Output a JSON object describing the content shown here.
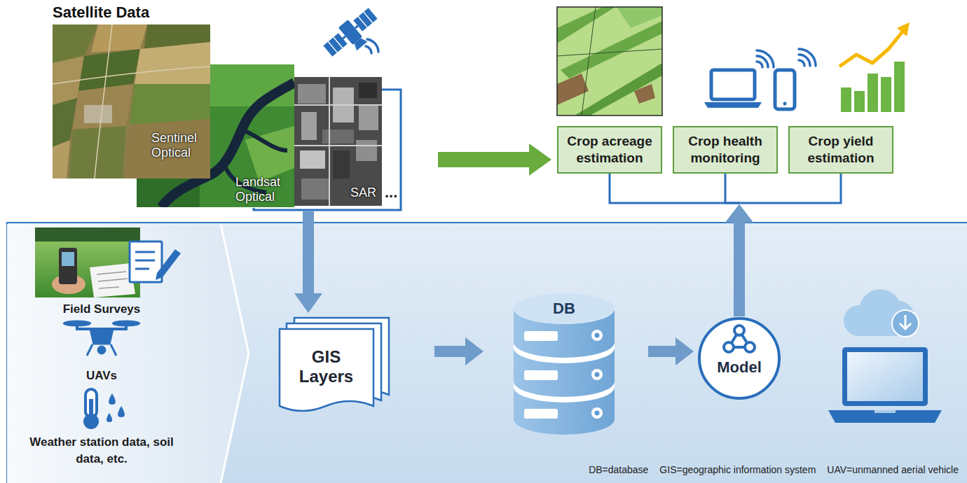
{
  "diagram": {
    "nodes": [
      {
        "text": [
          "Satellite Data"
        ]
      },
      {
        "text": [
          "Sentinel Optical"
        ],
        "in": 0
      },
      {
        "text": [
          "Landsat Optical"
        ],
        "in": 0
      },
      {
        "text": [
          "SAR"
        ],
        "in": 0
      },
      {
        "text": [
          "Crop acreage estimation"
        ]
      },
      {
        "text": [
          "Crop health monitoring"
        ]
      },
      {
        "text": [
          "Crop yield estimation"
        ]
      },
      {
        "text": [
          "Field Surveys",
          "UAVs",
          "Weather station data, soil data, etc."
        ]
      },
      {
        "text": [
          "GIS Layers"
        ]
      },
      {
        "text": [
          "DB"
        ]
      },
      {
        "text": [
          "Model"
        ]
      }
    ],
    "edges": [
      {
        "from": 0,
        "to": 8,
        "arrow": "to"
      },
      {
        "from": 0,
        "to": 4,
        "arrow": "to"
      },
      {
        "from": 8,
        "to": 9,
        "arrow": "to"
      },
      {
        "from": 9,
        "to": 10,
        "arrow": "to"
      },
      {
        "from": 10,
        "to": 4,
        "arrow": "to"
      },
      {
        "from": 10,
        "to": 5,
        "arrow": "to"
      },
      {
        "from": 10,
        "to": 6,
        "arrow": "to"
      }
    ],
    "labels": [
      "...",
      "DB=database",
      "GIS=geographic information system",
      "UAV=unmanned aerial vehicle"
    ]
  }
}
